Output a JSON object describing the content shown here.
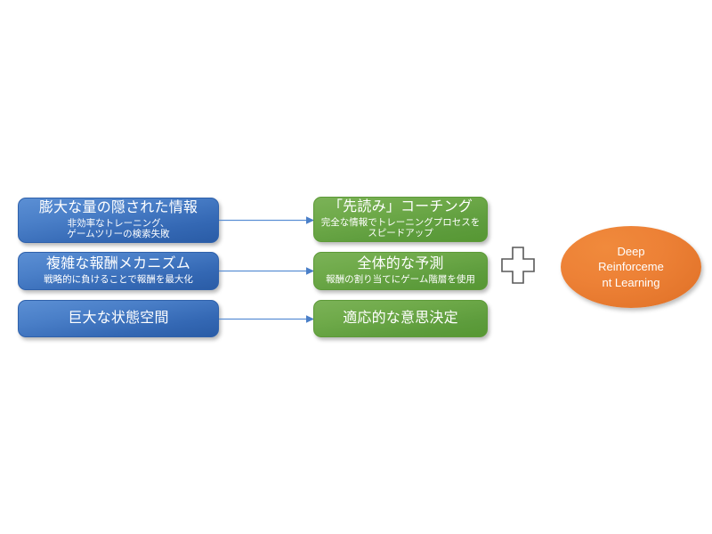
{
  "background_color": "#ffffff",
  "diagram": {
    "type": "problem-solution-mapping",
    "colors": {
      "challenge_box": "#3468b4",
      "solution_box": "#5d9c3c",
      "result_ellipse": "#ed8136",
      "connector": "#5b8fd4",
      "plus_outline": "#595959"
    },
    "challenges": [
      {
        "name": "hidden-info",
        "title": "膨大な量の隠された情報",
        "subtitle_lines": [
          "非効率なトレーニング、",
          "ゲームツリーの検索失敗"
        ]
      },
      {
        "name": "reward-mechanism",
        "title": "複雑な報酬メカニズム",
        "subtitle_lines": [
          "戦略的に負けることで報酬を最大化"
        ]
      },
      {
        "name": "state-space",
        "title": "巨大な状態空間",
        "subtitle_lines": []
      }
    ],
    "solutions": [
      {
        "name": "lookahead-coaching",
        "title": "「先読み」コーチング",
        "subtitle_lines": [
          "完全な情報でトレーニングプロセスを",
          "スピードアップ"
        ]
      },
      {
        "name": "holistic-prediction",
        "title": "全体的な予測",
        "subtitle_lines": [
          "報酬の割り当てにゲーム階層を使用"
        ]
      },
      {
        "name": "adaptive-decision",
        "title": "適応的な意思決定",
        "subtitle_lines": []
      }
    ],
    "operator": {
      "name": "plus",
      "symbol": "+"
    },
    "result": {
      "name": "deep-reinforcement-learning",
      "lines": [
        "Deep",
        "Reinforceme",
        "nt Learning"
      ]
    }
  }
}
